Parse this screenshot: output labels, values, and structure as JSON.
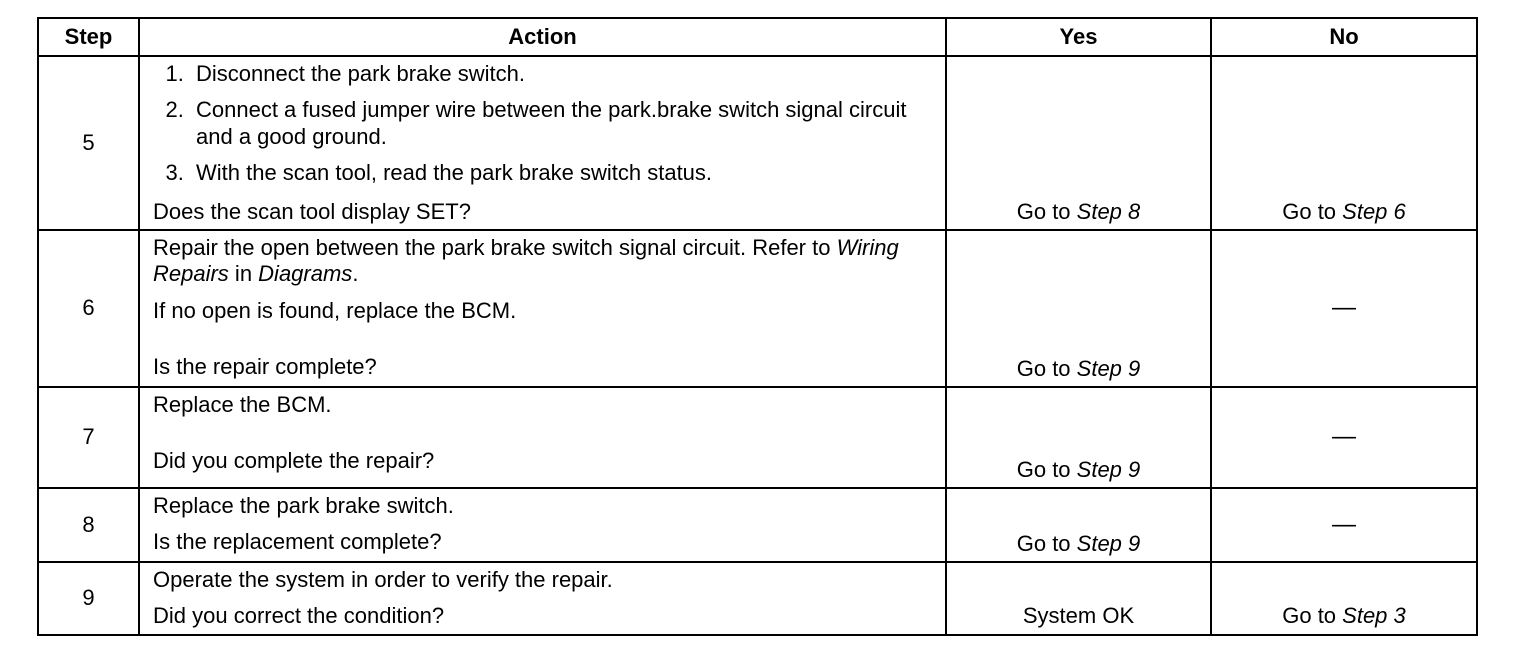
{
  "headers": {
    "step": "Step",
    "action": "Action",
    "yes": "Yes",
    "no": "No"
  },
  "rows": [
    {
      "step": "5",
      "list": [
        "Disconnect the park brake switch.",
        "Connect a fused jumper wire between the park.brake switch signal circuit and a good ground.",
        "With the scan tool, read the park brake switch status."
      ],
      "question": "Does the scan tool display SET?",
      "yes_prefix": "Go to ",
      "yes_ref": "Step 8",
      "no_prefix": "Go to ",
      "no_ref": "Step 6"
    },
    {
      "step": "6",
      "line1a": "Repair the open between the park brake switch signal circuit. Refer to ",
      "line1_ref1": "Wiring Repairs",
      "line1_mid": " in ",
      "line1_ref2": "Diagrams",
      "line1_end": ".",
      "line2": "If no open is found, replace the BCM.",
      "question": "Is the repair complete?",
      "yes_prefix": "Go to ",
      "yes_ref": "Step 9",
      "no": "—"
    },
    {
      "step": "7",
      "line1": "Replace the BCM.",
      "question": "Did you complete the repair?",
      "yes_prefix": "Go to ",
      "yes_ref": "Step 9",
      "no": "—"
    },
    {
      "step": "8",
      "line1": "Replace the park brake switch.",
      "question": "Is the replacement complete?",
      "yes_prefix": "Go to ",
      "yes_ref": "Step 9",
      "no": "—"
    },
    {
      "step": "9",
      "line1": "Operate the system in order to verify the repair.",
      "question": "Did you correct the condition?",
      "yes": "System OK",
      "no_prefix": "Go to ",
      "no_ref": "Step 3"
    }
  ]
}
